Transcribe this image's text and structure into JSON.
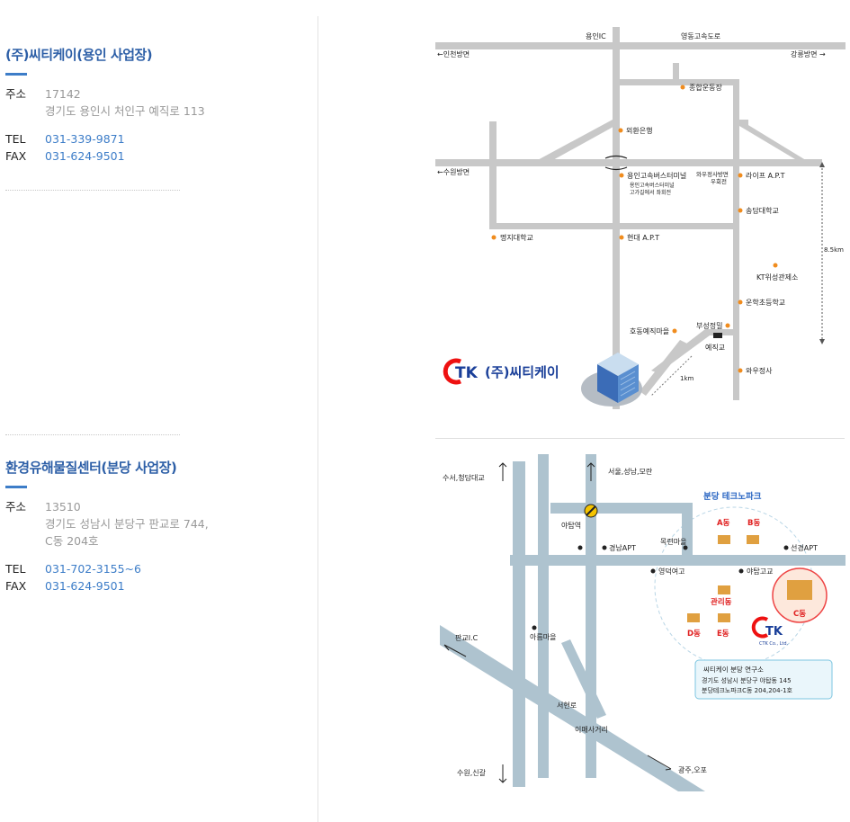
{
  "yongin": {
    "title": "(주)씨티케이(용인 사업장)",
    "addr_label": "주소",
    "zip": "17142",
    "address": "경기도 용인시 처인구 예직로 113",
    "tel_label": "TEL",
    "tel": "031-339-9871",
    "fax_label": "FAX",
    "fax": "031-624-9501"
  },
  "bundang": {
    "title": "환경유해물질센터(분당 사업장)",
    "addr_label": "주소",
    "zip": "13510",
    "address1": "경기도 성남시 분당구 판교로 744,",
    "address2": "C동 204호",
    "tel_label": "TEL",
    "tel": "031-702-3155~6",
    "fax_label": "FAX",
    "fax": "031-624-9501"
  },
  "map1": {
    "yonginic": "용인IC",
    "expressway": "영동고속도로",
    "incheon": "←인천방면",
    "gangneung": "강릉방면 →",
    "sports": "종합운동장",
    "exchange_bank": "외환은행",
    "suwon": "←수원방면",
    "terminal": "용인고속버스터미널",
    "terminal_note1": "용인고속버스터미널",
    "terminal_note2": "고가길에서 좌회전",
    "wawoo_dir1": "와우정사방면",
    "wawoo_dir2": "우회전",
    "life_apt": "라이프 A.P.T",
    "songdam": "송담대학교",
    "myongji": "명지대학교",
    "hyundai_apt": "현대 A.P.T",
    "kt": "KT위성관제소",
    "unhak": "운학초등학교",
    "distance": "8.5km",
    "busung": "부성정밀",
    "hodong": "호동예직마을",
    "yejikgyo": "예직교",
    "one_km": "1km",
    "wawoo": "와우정사",
    "logo_tk": "TK",
    "logo_name": "(주)씨티케이"
  },
  "map2": {
    "suseo": "수서,청담대교",
    "seoul": "서울,성남,모란",
    "techno": "분당 테크노파크",
    "arap": "야탑역",
    "dong_a": "A동",
    "dong_b": "B동",
    "mokryeon": "목련마을",
    "kyungnam": "경남APT",
    "sunkyung": "선경APT",
    "youngduk": "영덕여고",
    "arap_high": "야탑고교",
    "mgmt": "관리동",
    "dong_c": "C동",
    "dong_d": "D동",
    "dong_e": "E동",
    "pangyo": "판교I.C",
    "areum": "아름마을",
    "ctk_sub": "CTK Co., Ltd.",
    "lab_title": "씨티케이 분당 연구소",
    "lab_addr1": "경기도 성남시 분당구 야탑동 145",
    "lab_addr2": "분당테크노파크C동 204,204-1호",
    "seohyun": "서현로",
    "imae": "이매사거리",
    "suwon_singal": "수원,신갈",
    "gwangju": "광주,오포"
  },
  "colors": {
    "accent": "#3d7dc8",
    "title": "#2d5fa7",
    "road": "#c8c8c8",
    "road2": "#aec3cf",
    "orange": "#f08c1e"
  }
}
